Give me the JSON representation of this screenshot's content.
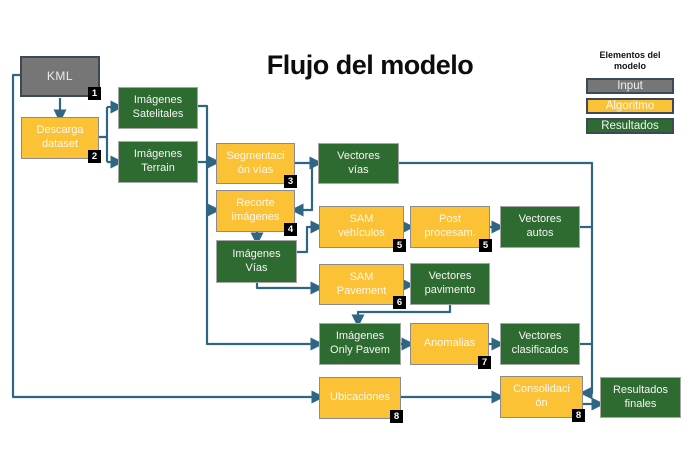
{
  "title": "Flujo del modelo",
  "legend": {
    "title": "Elementos del\nmodelo",
    "items": [
      {
        "label": "Input",
        "type": "input"
      },
      {
        "label": "Algoritmo",
        "type": "algoritmo"
      },
      {
        "label": "Resultados",
        "type": "resultados"
      }
    ]
  },
  "colors": {
    "input_fill": "#767676",
    "algoritmo_fill": "#FCC236",
    "resultados_fill": "#2E6B30",
    "connector": "#2E6684",
    "badge_bg": "#000000",
    "badge_text": "#FFFFFF"
  },
  "nodes": {
    "kml": {
      "label": "KML",
      "type": "input",
      "badge": "1"
    },
    "descarga_dataset": {
      "label": "Descarga\ndataset",
      "type": "algoritmo",
      "badge": "2"
    },
    "imagenes_satelitales": {
      "label": "Imágenes\nSatelitales",
      "type": "resultados"
    },
    "imagenes_terrain": {
      "label": "Imágenes\nTerrain",
      "type": "resultados"
    },
    "segmentacion_vias": {
      "label": "Segmentaci\nón vías",
      "type": "algoritmo",
      "badge": "3"
    },
    "vectores_vias": {
      "label": "Vectores\nvías",
      "type": "resultados"
    },
    "recorte_imagenes": {
      "label": "Recorte\nimágenes",
      "type": "algoritmo",
      "badge": "4"
    },
    "imagenes_vias": {
      "label": "Imágenes\nVías",
      "type": "resultados"
    },
    "sam_vehiculos": {
      "label": "SAM\nvehículos",
      "type": "algoritmo",
      "badge": "5"
    },
    "post_procesam": {
      "label": "Post\nprocesam.",
      "type": "algoritmo",
      "badge": "5"
    },
    "vectores_autos": {
      "label": "Vectores\nautos",
      "type": "resultados"
    },
    "sam_pavement": {
      "label": "SAM\nPavement",
      "type": "algoritmo",
      "badge": "6"
    },
    "vectores_pavimento": {
      "label": "Vectores\npavimento",
      "type": "resultados"
    },
    "imagenes_only_pavem": {
      "label": "Imágenes\nOnly Pavem",
      "type": "resultados"
    },
    "anomalias": {
      "label": "Anomalias",
      "type": "algoritmo",
      "badge": "7"
    },
    "vectores_clasificados": {
      "label": "Vectores\nclasificados",
      "type": "resultados"
    },
    "ubicaciones": {
      "label": "Ubicaciones",
      "type": "algoritmo",
      "badge": "8"
    },
    "consolidacion": {
      "label": "Consolidaci\nón",
      "type": "algoritmo",
      "badge": "8"
    },
    "resultados_finales": {
      "label": "Resultados\nfinales",
      "type": "resultados"
    }
  }
}
